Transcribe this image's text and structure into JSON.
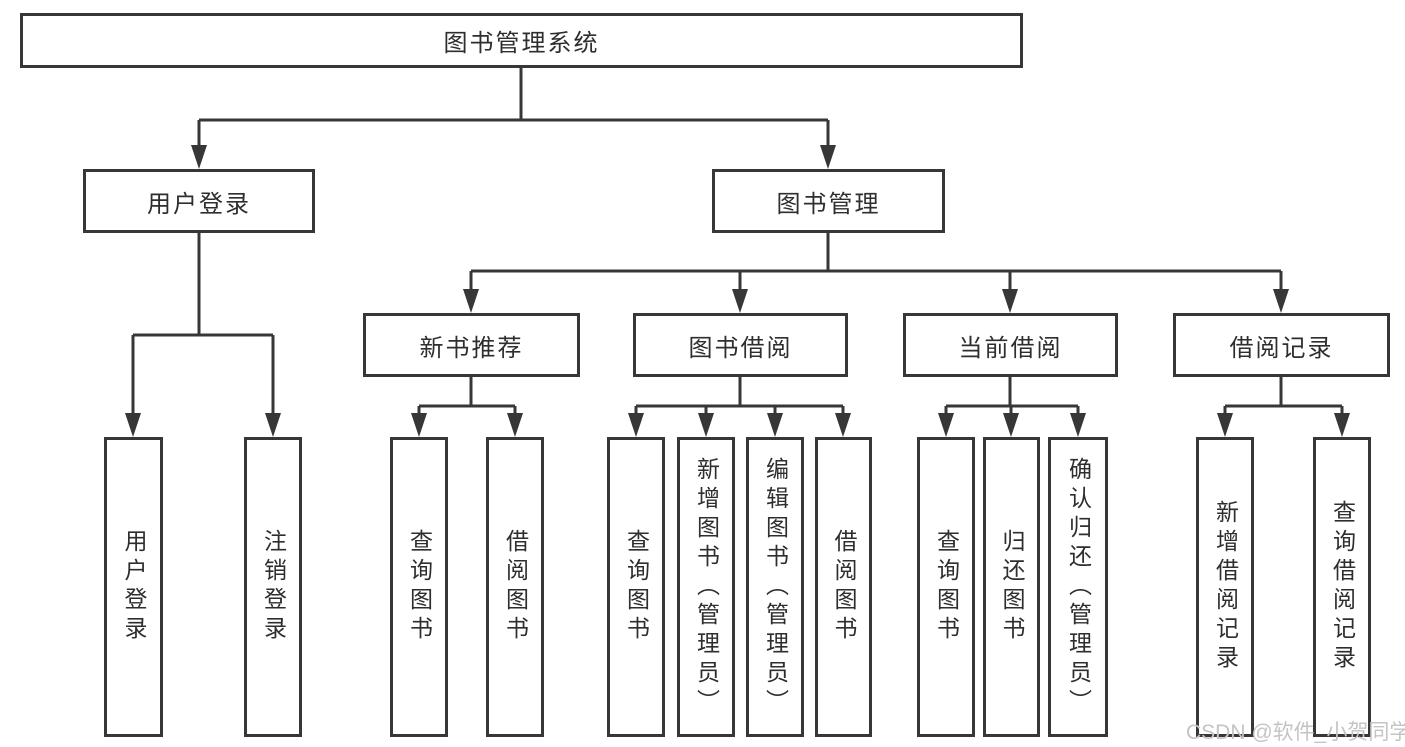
{
  "colors": {
    "line": "#373737",
    "text": "#2e2e2e",
    "watermark": "#c4c4c4",
    "background": "#ffffff"
  },
  "watermark": "CSDN @软件_小贺同学",
  "tree": {
    "root_label": "图书管理系统",
    "level1": [
      {
        "label": "用户登录",
        "children": [
          "用户登录",
          "注销登录"
        ]
      },
      {
        "label": "图书管理",
        "children": [
          {
            "label": "新书推荐",
            "children": [
              "查询图书",
              "借阅图书"
            ]
          },
          {
            "label": "图书借阅",
            "children": [
              "查询图书",
              "新增图书（管理员）",
              "编辑图书（管理员）",
              "借阅图书"
            ]
          },
          {
            "label": "当前借阅",
            "children": [
              "查询图书",
              "归还图书",
              "确认归还（管理员）"
            ]
          },
          {
            "label": "借阅记录",
            "children": [
              "新增借阅记录",
              "查询借阅记录"
            ]
          }
        ]
      }
    ]
  }
}
